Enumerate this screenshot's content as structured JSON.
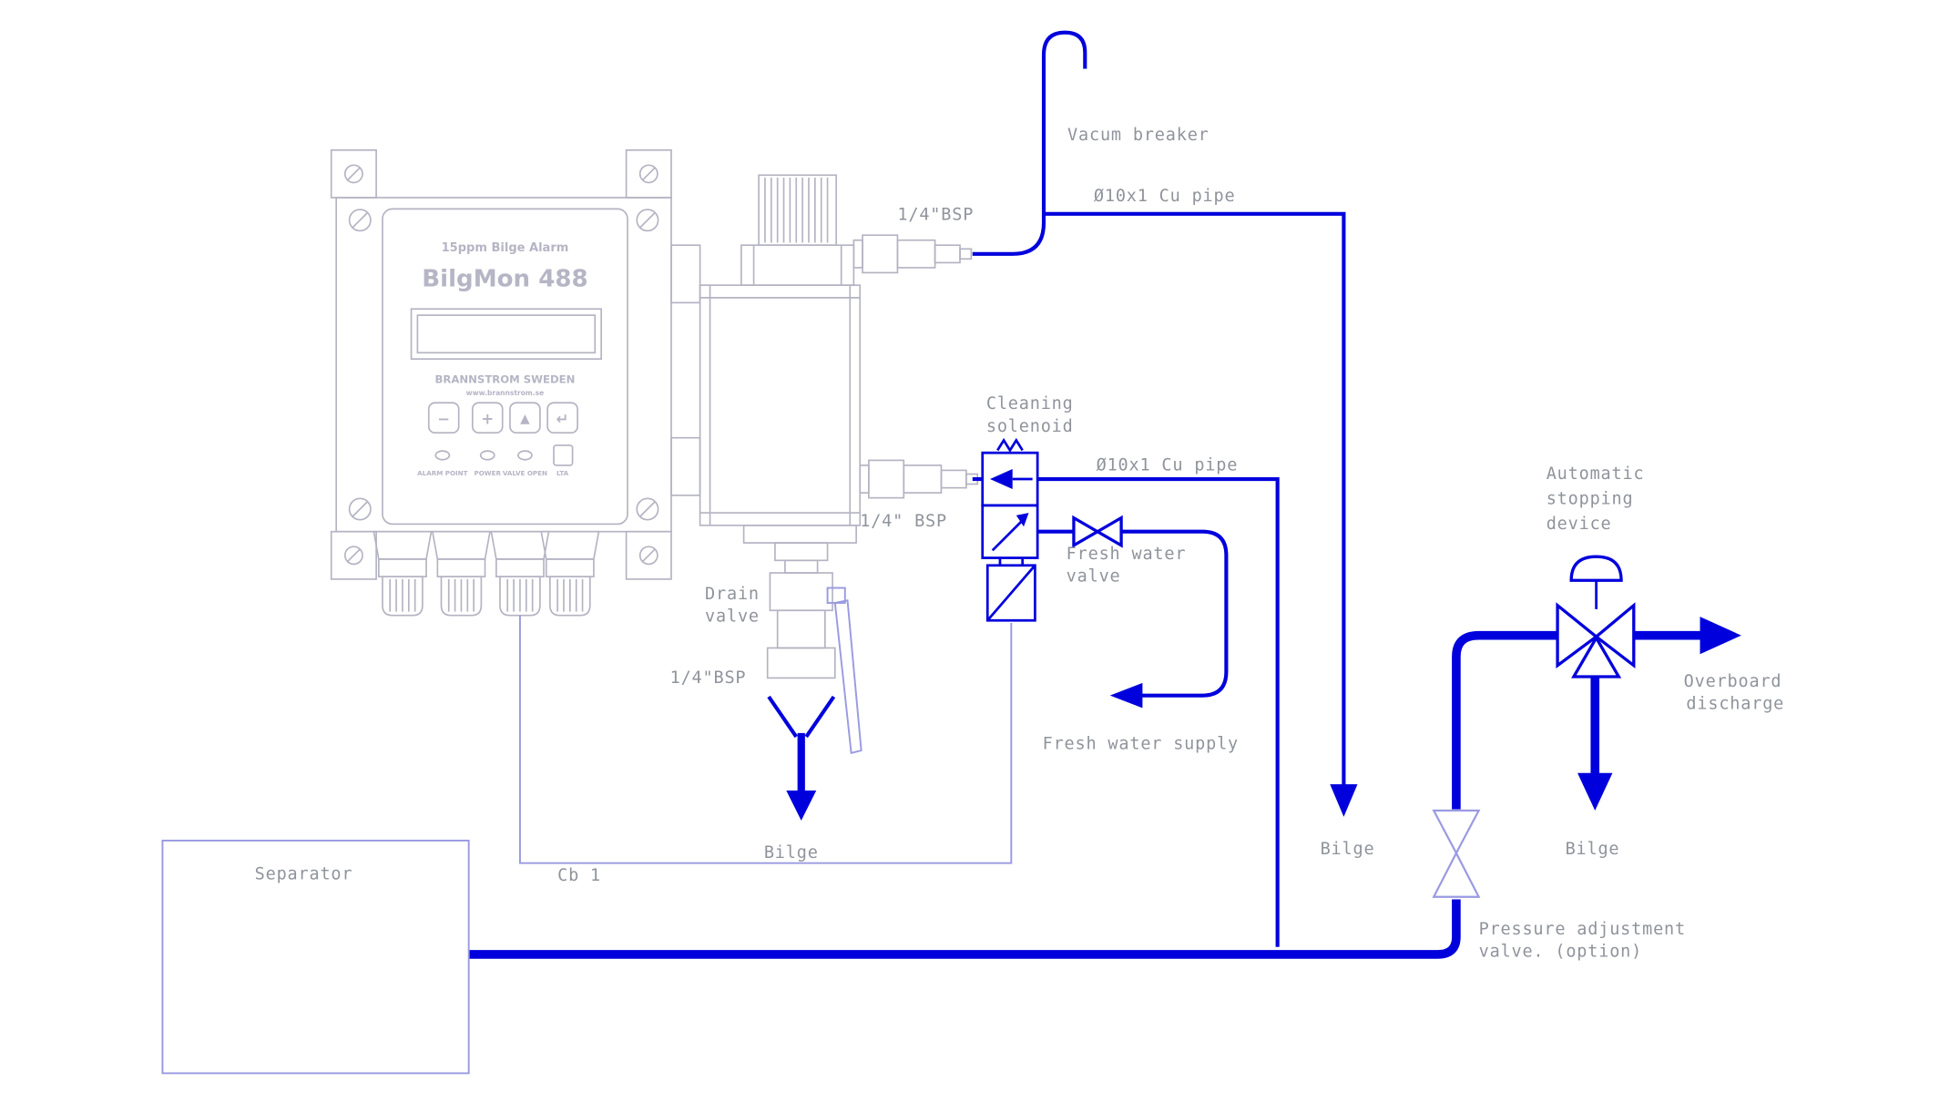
{
  "colors": {
    "pipe_blue": "#0000dd",
    "equipment_gray": "#b3b3c2",
    "cable_lavender": "#9a9ae2",
    "label_gray": "#8f939b",
    "background": "#ffffff"
  },
  "control_unit": {
    "subtitle": "15ppm Bilge Alarm",
    "title": "BilgMon 488",
    "brand": "BRANNSTROM SWEDEN",
    "brand_url": "www.brannstrom.se",
    "buttons": [
      "−",
      "+",
      "▲",
      "↵"
    ],
    "indicators": [
      "ALARM POINT",
      "POWER",
      "VALVE OPEN",
      "LTA"
    ]
  },
  "labels": {
    "vacuum_breaker": "Vacum breaker",
    "cu_pipe_top": "Ø10x1 Cu pipe",
    "bsp_top": "1/4\"BSP",
    "cleaning_solenoid_line1": "Cleaning",
    "cleaning_solenoid_line2": "solenoid",
    "cu_pipe_mid": "Ø10x1 Cu pipe",
    "bsp_bottom": "1/4\" BSP",
    "fresh_water_valve_line1": "Fresh water",
    "fresh_water_valve_line2": "valve",
    "fresh_water_supply": "Fresh water supply",
    "drain_valve_line1": "Drain",
    "drain_valve_line2": "valve",
    "bsp_drain": "1/4\"BSP",
    "bilge_drain": "Bilge",
    "bilge_vacuum": "Bilge",
    "bilge_stop": "Bilge",
    "cb1": "Cb 1",
    "separator": "Separator",
    "automatic_stopping_line1": "Automatic",
    "automatic_stopping_line2": "stopping",
    "automatic_stopping_line3": "device",
    "overboard_line1": "Overboard",
    "overboard_line2": "discharge",
    "pressure_adjustment_line1": "Pressure adjustment",
    "pressure_adjustment_line2": "valve. (option)"
  }
}
